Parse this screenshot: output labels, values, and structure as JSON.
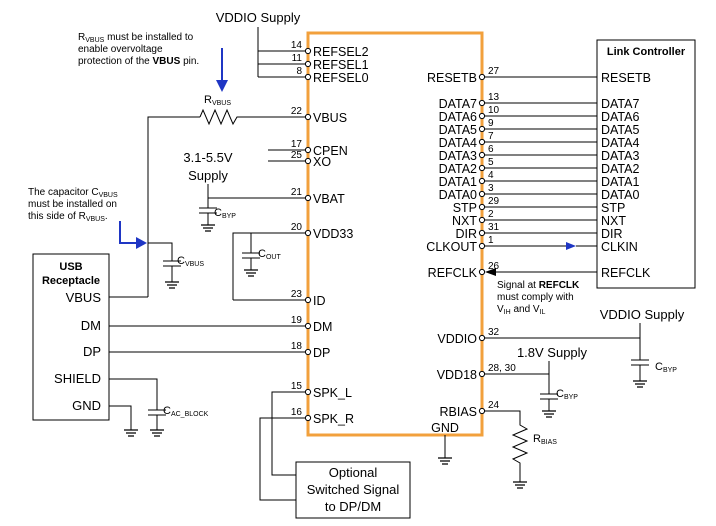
{
  "top_supply": {
    "label": "VDDIO Supply"
  },
  "notes": {
    "rvbus_note": [
      "must be installed to",
      "enable overvoltage",
      "protection of the",
      "pin."
    ],
    "rvbus_note_r": "R",
    "rvbus_note_sub": "VBUS",
    "rvbus_note_bold": "VBUS",
    "cvbus_note": [
      "The capacitor C",
      "must be installed on",
      "this side of R"
    ],
    "cvbus_note_sub1": "VBUS",
    "cvbus_note_sub2": "VBUS",
    "cvbus_note_end": ".",
    "refclk_note": [
      "Signal at",
      "must comply with"
    ],
    "refclk_note_bold": "REFCLK",
    "refclk_note_vih": "V",
    "refclk_note_vih_sub": "IH",
    "refclk_note_and": "and V",
    "refclk_note_vil_sub": "IL"
  },
  "supplies": {
    "vbat_supply": [
      "3.1-5.5V",
      "Supply"
    ],
    "vddio_supply_right": "VDDIO Supply",
    "v18_supply": "1.8V Supply"
  },
  "components": {
    "rvbus_r": "R",
    "rvbus_sub": "VBUS",
    "cbyp_c": "C",
    "cbyp_sub": "BYP",
    "cvbus_c": "C",
    "cvbus_sub": "VBUS",
    "cout_c": "C",
    "cout_sub": "OUT",
    "cac_c": "C",
    "cac_sub": "AC_BLOCK",
    "cbyp2_sub": "BYP",
    "cbyp3_sub": "BYP",
    "rbias_r": "R",
    "rbias_sub": "BIAS"
  },
  "chip_left_pins": [
    {
      "num": "14",
      "name": "REFSEL2"
    },
    {
      "num": "11",
      "name": "REFSEL1"
    },
    {
      "num": "8",
      "name": "REFSEL0"
    },
    {
      "num": "22",
      "name": "VBUS"
    },
    {
      "num": "17",
      "name": "CPEN"
    },
    {
      "num": "25",
      "name": "XO"
    },
    {
      "num": "21",
      "name": "VBAT"
    },
    {
      "num": "20",
      "name": "VDD33"
    },
    {
      "num": "23",
      "name": "ID"
    },
    {
      "num": "19",
      "name": "DM"
    },
    {
      "num": "18",
      "name": "DP"
    },
    {
      "num": "15",
      "name": "SPK_L"
    },
    {
      "num": "16",
      "name": "SPK_R"
    }
  ],
  "chip_right_pins": [
    {
      "num": "27",
      "name": "RESETB"
    },
    {
      "num": "13",
      "name": "DATA7"
    },
    {
      "num": "10",
      "name": "DATA6"
    },
    {
      "num": "9",
      "name": "DATA5"
    },
    {
      "num": "7",
      "name": "DATA4"
    },
    {
      "num": "6",
      "name": "DATA3"
    },
    {
      "num": "5",
      "name": "DATA2"
    },
    {
      "num": "4",
      "name": "DATA1"
    },
    {
      "num": "3",
      "name": "DATA0"
    },
    {
      "num": "29",
      "name": "STP"
    },
    {
      "num": "2",
      "name": "NXT"
    },
    {
      "num": "31",
      "name": "DIR"
    },
    {
      "num": "1",
      "name": "CLKOUT"
    },
    {
      "num": "26",
      "name": "REFCLK"
    },
    {
      "num": "32",
      "name": "VDDIO"
    },
    {
      "num": "28, 30",
      "name": "VDD18"
    },
    {
      "num": "24",
      "name": "RBIAS"
    }
  ],
  "chip_gnd": "GND",
  "link_controller": {
    "title": "Link Controller",
    "pins": [
      "RESETB",
      "DATA7",
      "DATA6",
      "DATA5",
      "DATA4",
      "DATA3",
      "DATA2",
      "DATA1",
      "DATA0",
      "STP",
      "NXT",
      "DIR",
      "CLKIN",
      "REFCLK"
    ]
  },
  "usb_receptacle": {
    "title": [
      "USB",
      "Receptacle"
    ],
    "pins": [
      "VBUS",
      "DM",
      "DP",
      "SHIELD",
      "GND"
    ]
  },
  "optional_box": [
    "Optional",
    "Switched Signal",
    "to DP/DM"
  ]
}
